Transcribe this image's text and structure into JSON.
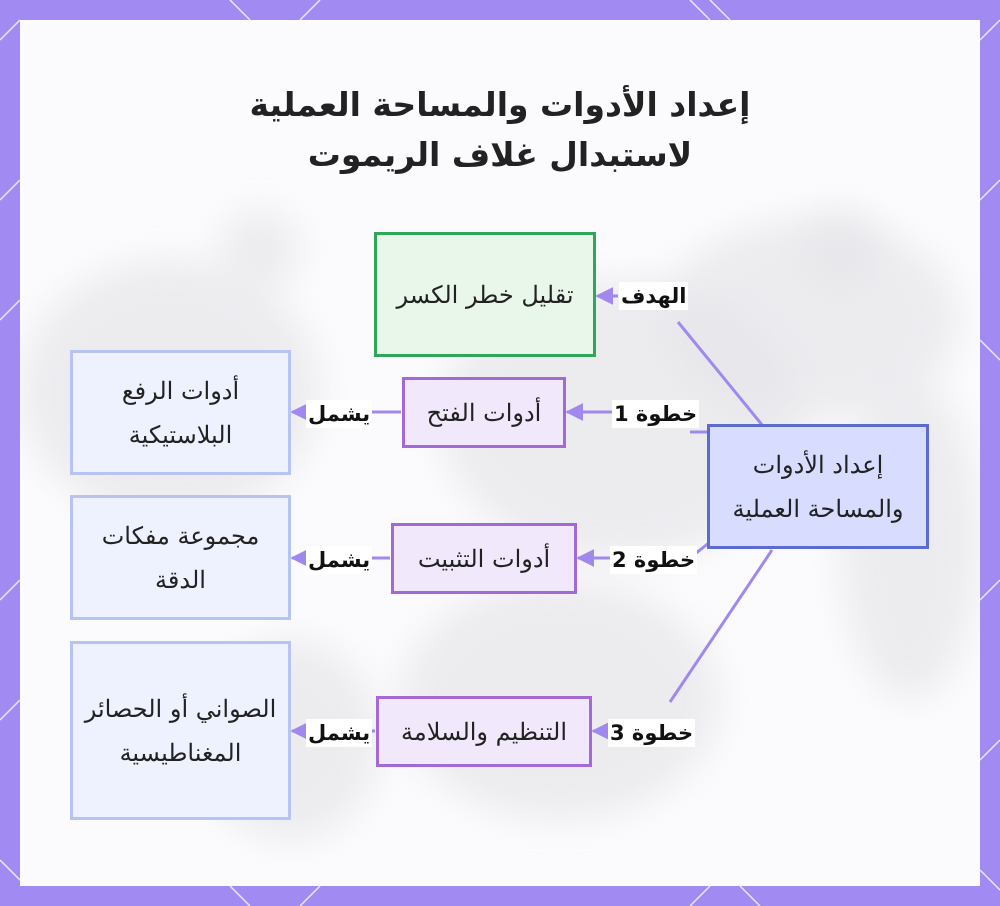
{
  "title": {
    "line1": "إعداد الأدوات والمساحة العملية",
    "line2": "لاستبدال غلاف الريموت"
  },
  "nodes": {
    "root": "إعداد الأدوات والمساحة العملية",
    "goal": "تقليل خطر الكسر",
    "step1": "أدوات الفتح",
    "step2": "أدوات التثبيت",
    "step3": "التنظيم والسلامة",
    "leaf1": "أدوات الرفع البلاستيكية",
    "leaf2": "مجموعة مفكات الدقة",
    "leaf3": "الصواني أو الحصائر المغناطيسية"
  },
  "edges": {
    "goal": "الهدف",
    "step1": "خطوة 1",
    "step2": "خطوة 2",
    "step3": "خطوة 3",
    "includes": "يشمل"
  },
  "colors": {
    "frame": "#a18bf2",
    "connector": "#a088ee",
    "root_border": "#5b6bd0",
    "root_fill": "#d8dcff",
    "goal_border": "#31a55a",
    "goal_fill": "#e9f7ea",
    "step_border": "#a36ad7",
    "step_fill": "#f1e9fb",
    "leaf_border": "#b7c3f2",
    "leaf_fill": "#eef2ff"
  }
}
